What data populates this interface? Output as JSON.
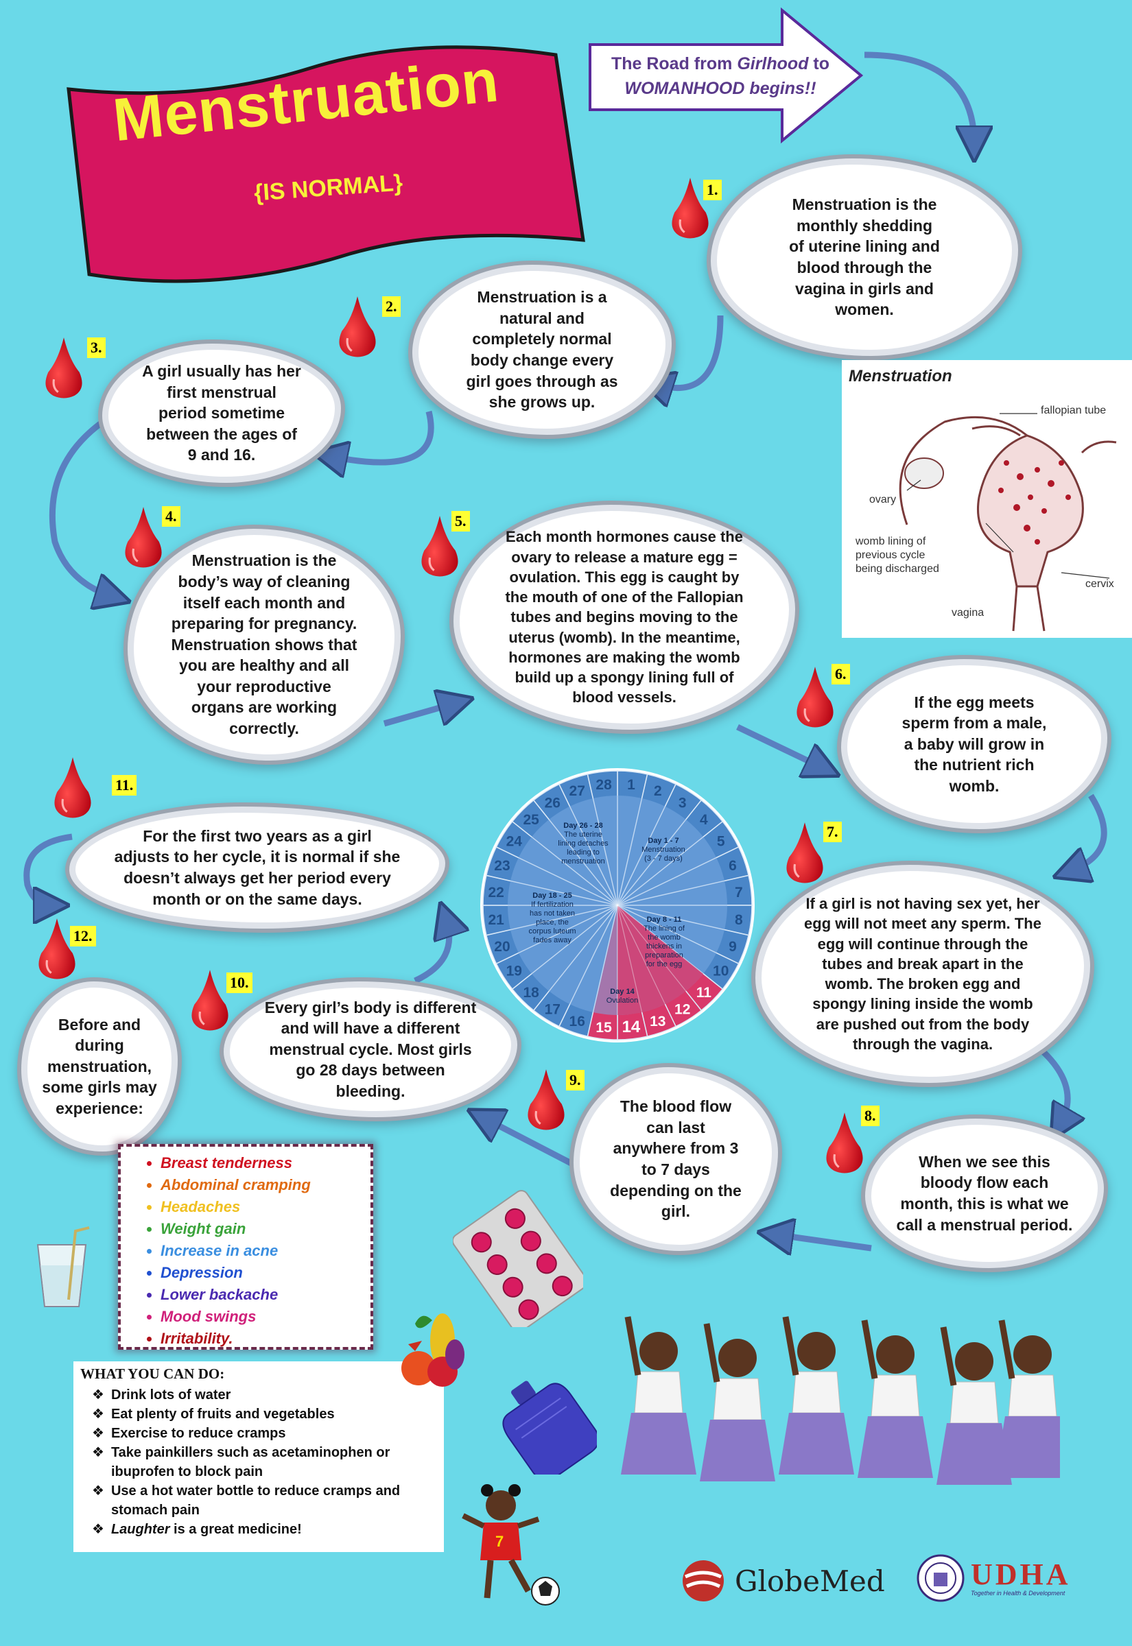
{
  "title": {
    "main": "Menstruation",
    "subtitle": "{IS NORMAL}"
  },
  "banner": {
    "line1_prefix": "The Road from ",
    "line1_italic": "Girlhood",
    "line1_suffix": " to",
    "line2": "WOMANHOOD begins!!"
  },
  "steps": [
    {
      "num": "1.",
      "text": "Menstruation is the\nmonthly shedding\nof uterine lining and\nblood through the\nvagina in girls and\nwomen."
    },
    {
      "num": "2.",
      "text": "Menstruation is a\nnatural and\ncompletely normal\nbody change every\ngirl goes through as\nshe grows up."
    },
    {
      "num": "3.",
      "text": "A girl usually has her\nfirst menstrual\nperiod sometime\nbetween the ages of\n9 and 16."
    },
    {
      "num": "4.",
      "text": "Menstruation is the\nbody’s way of cleaning\nitself each month and\npreparing for pregnancy.\nMenstruation shows that\nyou are healthy and all\nyour reproductive\norgans are working\ncorrectly."
    },
    {
      "num": "5.",
      "text": "Each month hormones cause the\novary to release a mature egg =\novulation. This egg is caught by\nthe mouth of one of the Fallopian\ntubes and begins moving to the\nuterus (womb). In the meantime,\nhormones are making the womb\nbuild up a spongy lining full of\nblood vessels."
    },
    {
      "num": "6.",
      "text": "If the egg meets\nsperm from a male,\na baby will grow in\nthe nutrient rich\nwomb."
    },
    {
      "num": "7.",
      "text": "If a girl is not having sex yet, her\negg will not meet any sperm. The\negg will continue through the\ntubes and break apart in the\nwomb. The broken egg and\nspongy lining inside the womb\nare pushed out from the body\nthrough the vagina."
    },
    {
      "num": "8.",
      "text": "When we see this\nbloody flow each\nmonth, this is what we\ncall a menstrual period."
    },
    {
      "num": "9.",
      "text": "The blood flow\ncan last\nanywhere from 3\nto 7 days\ndepending on the\ngirl."
    },
    {
      "num": "10.",
      "text": "Every girl’s body is different\nand will have a different\nmenstrual cycle. Most girls\ngo 28 days between\nbleeding."
    },
    {
      "num": "11.",
      "text": "For the first two years as a girl\nadjusts to her cycle, it is normal if she\ndoesn’t always get her period every\nmonth or on the same days."
    },
    {
      "num": "12.",
      "text": "Before and\nduring\nmenstruation,\nsome girls may\nexperience:"
    }
  ],
  "diagram": {
    "title": "Menstruation",
    "labels": {
      "fallopian": "fallopian tube",
      "ovary": "ovary",
      "womb": "womb lining of\nprevious cycle\nbeing discharged",
      "cervix": "cervix",
      "vagina": "vagina"
    }
  },
  "cycle": {
    "days": [
      "1",
      "2",
      "3",
      "4",
      "5",
      "6",
      "7",
      "8",
      "9",
      "10",
      "11",
      "12",
      "13",
      "14",
      "15",
      "16",
      "17",
      "18",
      "19",
      "20",
      "21",
      "22",
      "23",
      "24",
      "25",
      "26",
      "27",
      "28"
    ],
    "phases": [
      {
        "title": "Day 1 - 7",
        "desc": "Menstruation\n(3 - 7 days)"
      },
      {
        "title": "Day 8 - 11",
        "desc": "The lining of\nthe womb\nthickens in\npreparation\nfor the egg"
      },
      {
        "title": "Day 14",
        "desc": "Ovulation"
      },
      {
        "title": "Day 18 - 25",
        "desc": "If fertilization\nhas not taken\nplace, the\ncorpus luteum\nfades away"
      },
      {
        "title": "Day 26 - 28",
        "desc": "The uterine\nlining detaches\nleading to\nmenstruation"
      }
    ],
    "colors": {
      "blue": "#4a86c8",
      "pink": "#d9386a",
      "dark": "#1f4f8a"
    }
  },
  "symptoms": [
    {
      "label": "Breast tenderness",
      "color": "#d01020"
    },
    {
      "label": "Abdominal cramping",
      "color": "#e06a10"
    },
    {
      "label": "Headaches",
      "color": "#f0c020"
    },
    {
      "label": "Weight gain",
      "color": "#3aa33a"
    },
    {
      "label": "Increase in acne",
      "color": "#3a8ee0"
    },
    {
      "label": "Depression",
      "color": "#2050d0"
    },
    {
      "label": "Lower backache",
      "color": "#4a2ab0"
    },
    {
      "label": "Mood swings",
      "color": "#d0207a"
    },
    {
      "label": "Irritability.",
      "color": "#b01018"
    }
  ],
  "what_you_can_do": {
    "heading": "WHAT YOU CAN DO:",
    "items": [
      "Drink lots of water",
      "Eat plenty of fruits and vegetables",
      "Exercise to reduce cramps",
      "Take painkillers such as acetaminophen or\nibuprofen to block pain",
      "Use a hot water bottle to reduce cramps and\nstomach pain"
    ],
    "last_italic": "Laughter",
    "last_rest": " is a great medicine!"
  },
  "logos": {
    "globemed": "GlobeMed",
    "udha": "UDHA",
    "udha_tag": "Together in Health & Development"
  },
  "colors": {
    "background": "#6ad9e8",
    "title_pink": "#d6155f",
    "title_yellow": "#f7f13a",
    "drop_red": "#c8000f"
  }
}
